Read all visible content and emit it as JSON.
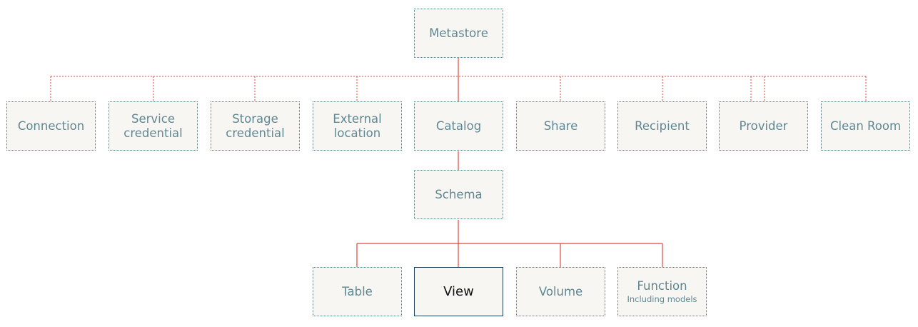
{
  "diagram": {
    "colors": {
      "solid_line": "#e0483b",
      "dotted_line": "#e0483b",
      "node_border": "#5e7b82",
      "node_text": "#5f8892",
      "node_fill": "#f7f6f3",
      "highlight_border": "#1f3f55",
      "highlight_text": "#111111"
    },
    "nodes": {
      "metastore": {
        "label": "Metastore"
      },
      "connection": {
        "label": "Connection"
      },
      "service_credential": {
        "label": "Service\ncredential"
      },
      "storage_credential": {
        "label": "Storage\ncredential"
      },
      "external_location": {
        "label": "External\nlocation"
      },
      "catalog": {
        "label": "Catalog"
      },
      "share": {
        "label": "Share"
      },
      "recipient": {
        "label": "Recipient"
      },
      "provider": {
        "label": "Provider"
      },
      "clean_room": {
        "label": "Clean Room"
      },
      "schema": {
        "label": "Schema"
      },
      "table": {
        "label": "Table"
      },
      "view": {
        "label": "View"
      },
      "volume": {
        "label": "Volume"
      },
      "function": {
        "label": "Function",
        "sublabel": "Including models"
      }
    }
  }
}
